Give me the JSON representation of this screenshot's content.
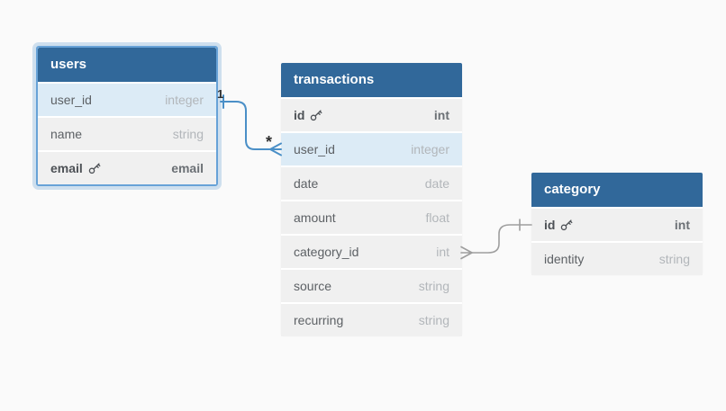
{
  "app": {
    "kind": "database-schema-diagram",
    "background_color": "#fafafa",
    "header_color": "#31689a",
    "row_color": "#f0f0f0",
    "highlight_row_color": "#dcebf6",
    "selection_color": "#67a2d7",
    "edge_blue_color": "#4a8fc7",
    "edge_gray_color": "#9e9e9e"
  },
  "tables": [
    {
      "name": "users",
      "selected": true,
      "fields": [
        {
          "name": "user_id",
          "type": "integer",
          "key": false,
          "highlighted": true
        },
        {
          "name": "name",
          "type": "string",
          "key": false,
          "highlighted": false
        },
        {
          "name": "email",
          "type": "email",
          "key": true,
          "highlighted": false
        }
      ]
    },
    {
      "name": "transactions",
      "selected": false,
      "fields": [
        {
          "name": "id",
          "type": "int",
          "key": true,
          "highlighted": false
        },
        {
          "name": "user_id",
          "type": "integer",
          "key": false,
          "highlighted": true
        },
        {
          "name": "date",
          "type": "date",
          "key": false,
          "highlighted": false
        },
        {
          "name": "amount",
          "type": "float",
          "key": false,
          "highlighted": false
        },
        {
          "name": "category_id",
          "type": "int",
          "key": false,
          "highlighted": false
        },
        {
          "name": "source",
          "type": "string",
          "key": false,
          "highlighted": false
        },
        {
          "name": "recurring",
          "type": "string",
          "key": false,
          "highlighted": false
        }
      ]
    },
    {
      "name": "category",
      "selected": false,
      "fields": [
        {
          "name": "id",
          "type": "int",
          "key": true,
          "highlighted": false
        },
        {
          "name": "identity",
          "type": "string",
          "key": false,
          "highlighted": false
        }
      ]
    }
  ],
  "relationships": [
    {
      "from": "users.user_id",
      "to": "transactions.user_id",
      "from_cardinality_label": "1",
      "to_cardinality_label": "*",
      "style": "selected-blue"
    },
    {
      "from": "category.id",
      "to": "transactions.category_id",
      "from_cardinality_label": "",
      "to_cardinality_label": "",
      "style": "gray"
    }
  ]
}
